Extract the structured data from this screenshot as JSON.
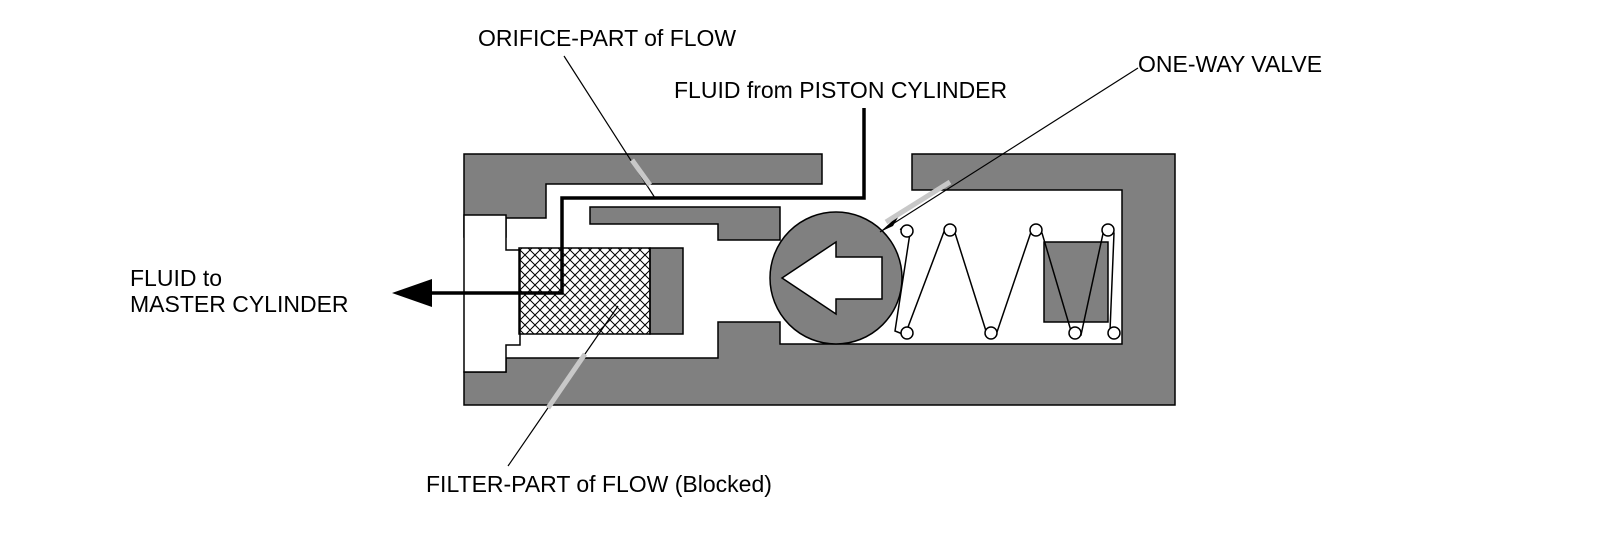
{
  "labels": {
    "orifice": "ORIFICE-PART of FLOW",
    "fluid_from": "FLUID from PISTON CYLINDER",
    "one_way_valve": "ONE-WAY VALVE",
    "fluid_to_line1": "FLUID to",
    "fluid_to_line2": "MASTER CYLINDER",
    "filter": "FILTER-PART of FLOW (Blocked)"
  },
  "colors": {
    "housing": "#808080",
    "outline": "#000000",
    "background": "#ffffff"
  }
}
